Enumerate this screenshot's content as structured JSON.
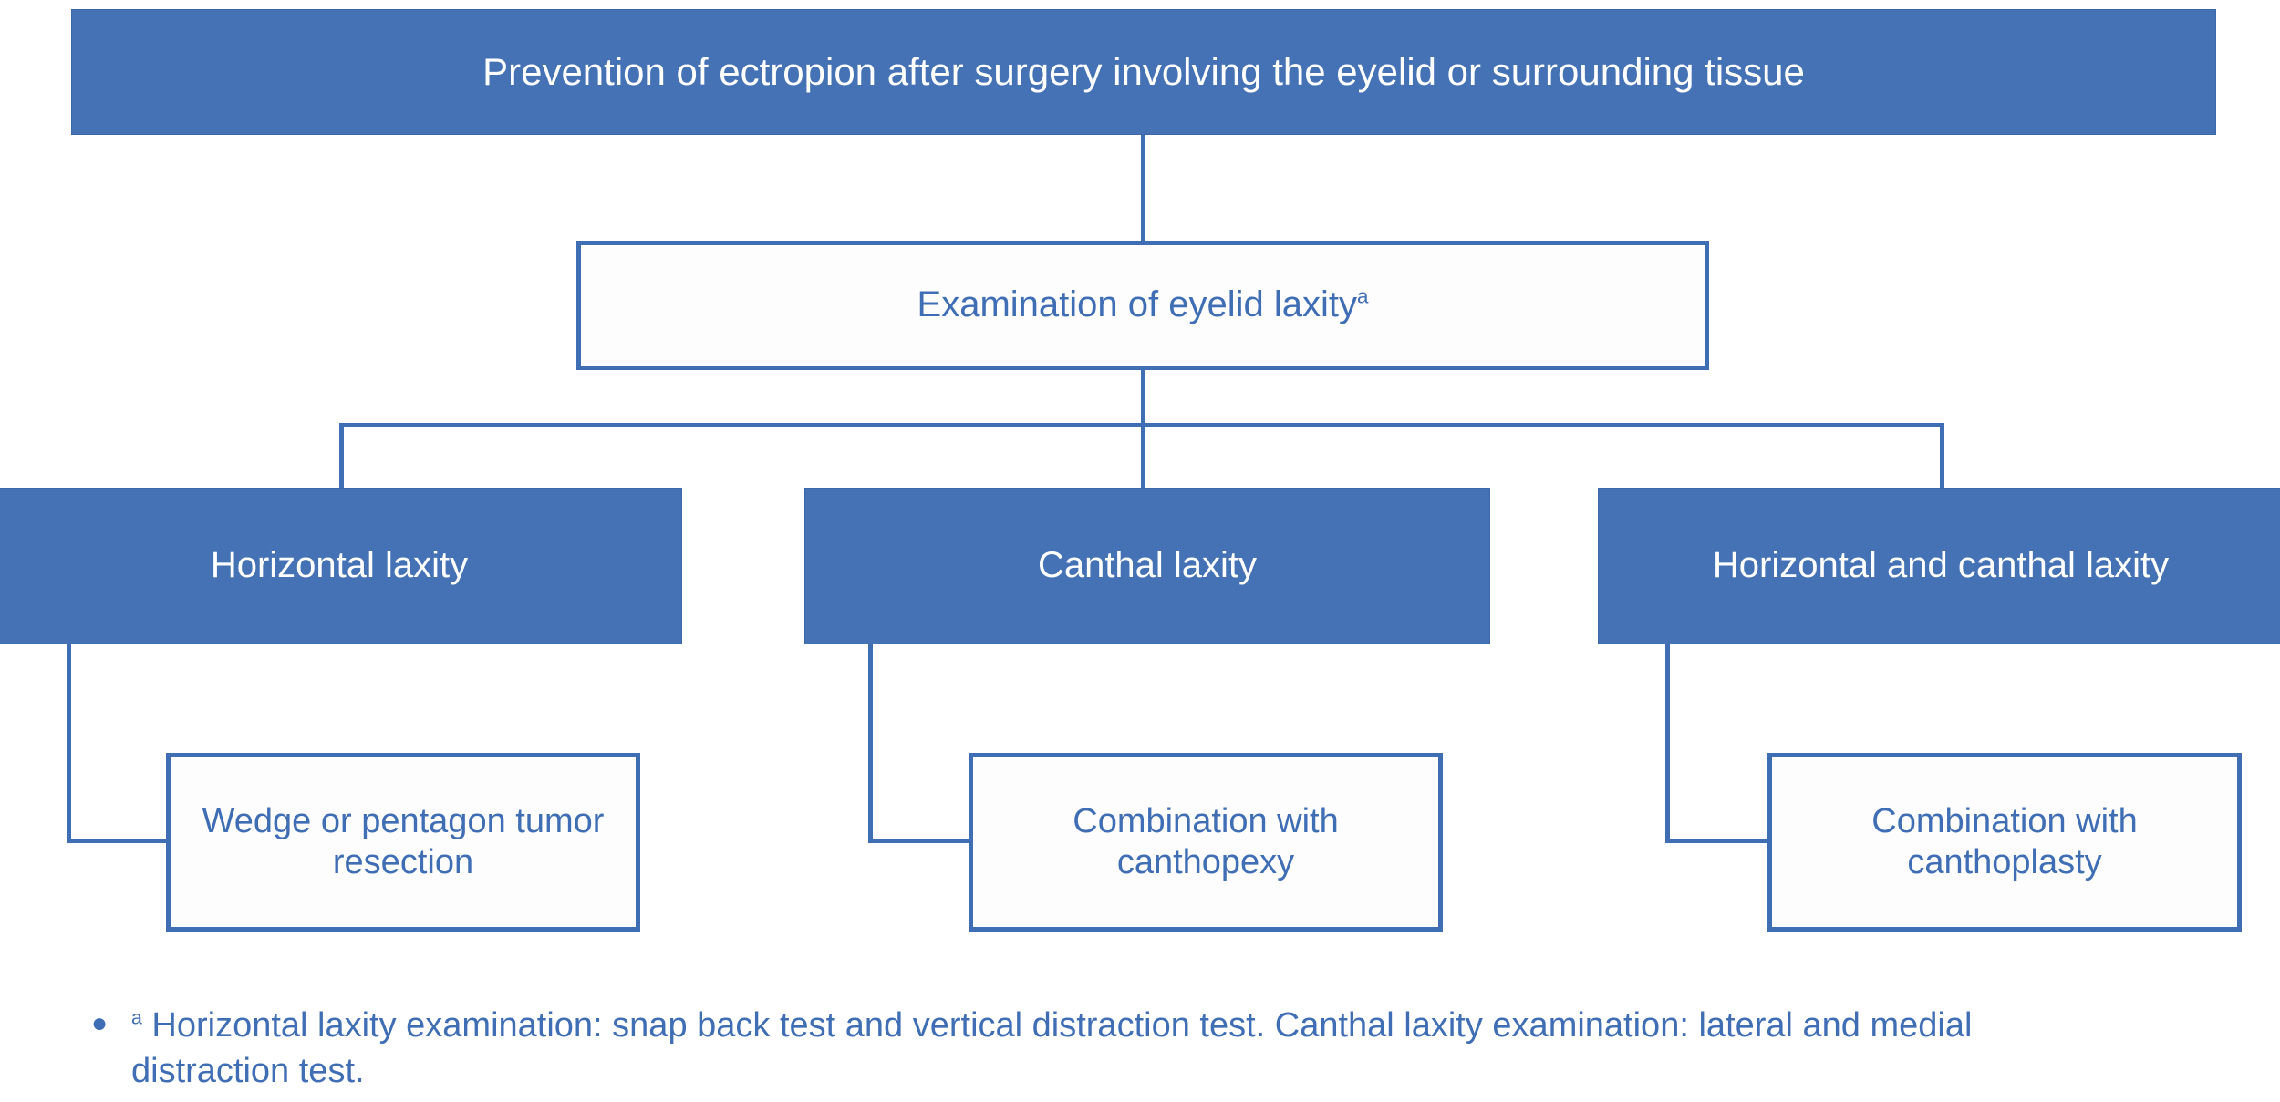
{
  "diagram": {
    "title": "Prevention of ectropion after surgery involving the eyelid or surrounding tissue",
    "colors": {
      "node_fill": "#4472B4",
      "node_border": "#3f6eb5",
      "connector": "#3f6eb5",
      "filled_text": "#ffffff",
      "outlined_text": "#3f6eb5",
      "background": "#ffffff"
    },
    "nodes": {
      "root": {
        "label": "Prevention of ectropion after surgery involving the eyelid or surrounding tissue",
        "style": "filled"
      },
      "examination": {
        "label": "Examination of eyelid laxity",
        "footnote_marker": "a",
        "style": "outlined"
      },
      "branch_left": {
        "label": "Horizontal laxity",
        "style": "filled"
      },
      "branch_middle": {
        "label": "Canthal laxity",
        "style": "filled"
      },
      "branch_right": {
        "label": "Horizontal and canthal laxity",
        "style": "filled"
      },
      "leaf_left": {
        "label": "Wedge or pentagon tumor resection",
        "style": "outlined"
      },
      "leaf_middle": {
        "label": "Combination with canthopexy",
        "style": "outlined"
      },
      "leaf_right": {
        "label": "Combination with canthoplasty",
        "style": "outlined"
      }
    },
    "footnote": {
      "bullet": "●",
      "marker": "a",
      "text": "Horizontal laxity examination: snap back test and vertical distraction test. Canthal laxity examination: lateral and medial distraction test."
    }
  }
}
